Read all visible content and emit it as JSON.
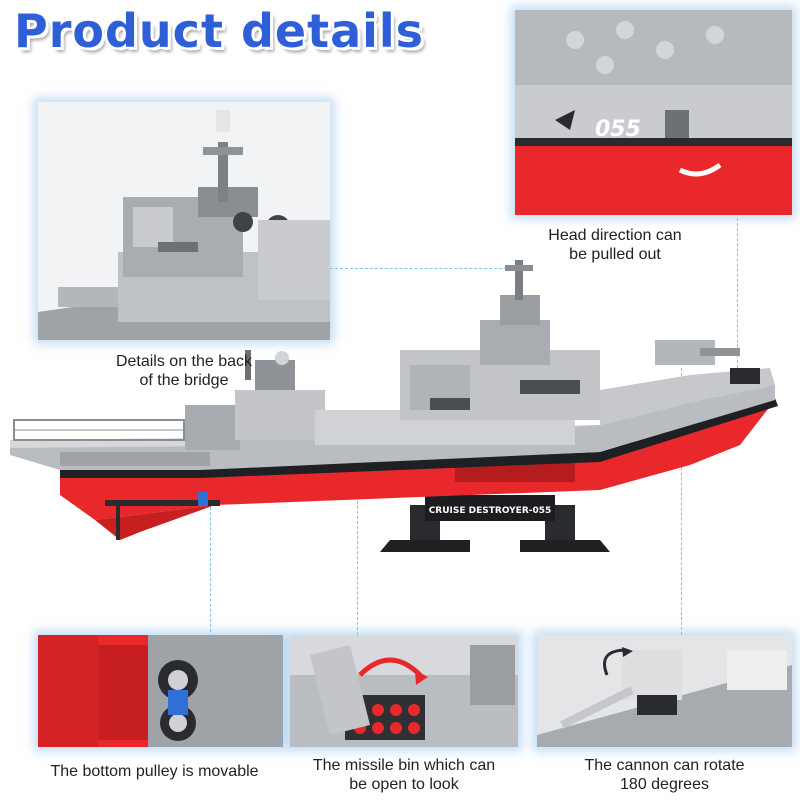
{
  "title": "Product details",
  "details": {
    "bridge": "Details on the back\nof the bridge",
    "head": "Head direction can\nbe pulled out",
    "pulley": "The bottom pulley is movable",
    "missile": "The missile bin which can\nbe open to look",
    "cannon": "The cannon can rotate\n180 degrees"
  },
  "ship": {
    "hull_number": "055",
    "stand_label": "CRUISE DESTROYER-055"
  },
  "colors": {
    "title": "#2f5fd6",
    "hull_red": "#e8282a",
    "deck_gray": "#b9bcc0",
    "dark_gray": "#4a4d52"
  }
}
